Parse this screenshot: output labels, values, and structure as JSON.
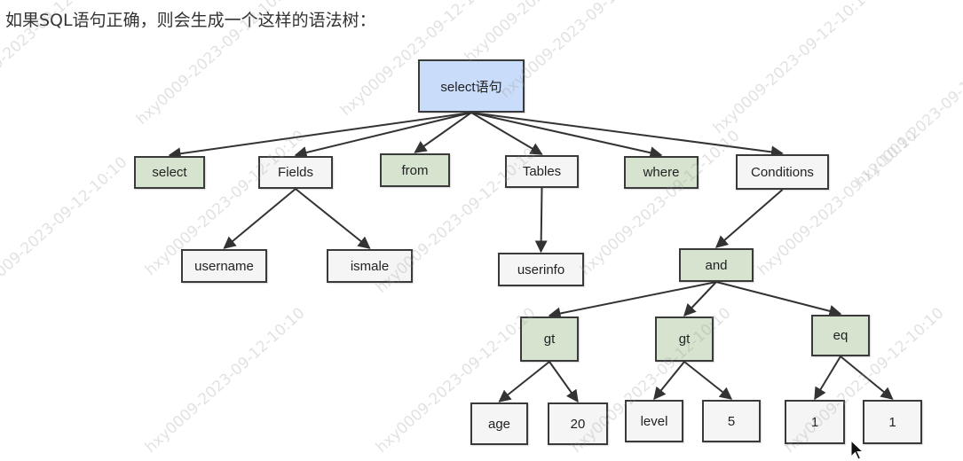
{
  "caption": "如果SQL语句正确，则会生成一个这样的语法树：",
  "watermark": "hxy0009-2023-09-12-10:10",
  "colors": {
    "root": "#c9dcf9",
    "keyword": "#d5e3cf",
    "plain": "#f5f5f5",
    "line": "#333333"
  },
  "tree": {
    "nodes": [
      {
        "id": "root",
        "label": "select语句",
        "style": "root"
      },
      {
        "id": "select",
        "label": "select",
        "style": "green"
      },
      {
        "id": "fields",
        "label": "Fields",
        "style": "plain"
      },
      {
        "id": "from",
        "label": "from",
        "style": "green"
      },
      {
        "id": "tables",
        "label": "Tables",
        "style": "plain"
      },
      {
        "id": "where",
        "label": "where",
        "style": "green"
      },
      {
        "id": "conditions",
        "label": "Conditions",
        "style": "plain"
      },
      {
        "id": "username",
        "label": "username",
        "style": "plain"
      },
      {
        "id": "ismale",
        "label": "ismale",
        "style": "plain"
      },
      {
        "id": "userinfo",
        "label": "userinfo",
        "style": "plain"
      },
      {
        "id": "and",
        "label": "and",
        "style": "green"
      },
      {
        "id": "gt1",
        "label": "gt",
        "style": "green"
      },
      {
        "id": "gt2",
        "label": "gt",
        "style": "green"
      },
      {
        "id": "eq",
        "label": "eq",
        "style": "green"
      },
      {
        "id": "age",
        "label": "age",
        "style": "plain"
      },
      {
        "id": "v20",
        "label": "20",
        "style": "plain"
      },
      {
        "id": "level",
        "label": "level",
        "style": "plain"
      },
      {
        "id": "v5",
        "label": "5",
        "style": "plain"
      },
      {
        "id": "one_a",
        "label": "1",
        "style": "plain"
      },
      {
        "id": "one_b",
        "label": "1",
        "style": "plain"
      }
    ],
    "edges": [
      [
        "root",
        "select"
      ],
      [
        "root",
        "fields"
      ],
      [
        "root",
        "from"
      ],
      [
        "root",
        "tables"
      ],
      [
        "root",
        "where"
      ],
      [
        "root",
        "conditions"
      ],
      [
        "fields",
        "username"
      ],
      [
        "fields",
        "ismale"
      ],
      [
        "tables",
        "userinfo"
      ],
      [
        "conditions",
        "and"
      ],
      [
        "and",
        "gt1"
      ],
      [
        "and",
        "gt2"
      ],
      [
        "and",
        "eq"
      ],
      [
        "gt1",
        "age"
      ],
      [
        "gt1",
        "v20"
      ],
      [
        "gt2",
        "level"
      ],
      [
        "gt2",
        "v5"
      ],
      [
        "eq",
        "one_a"
      ],
      [
        "eq",
        "one_b"
      ]
    ]
  }
}
